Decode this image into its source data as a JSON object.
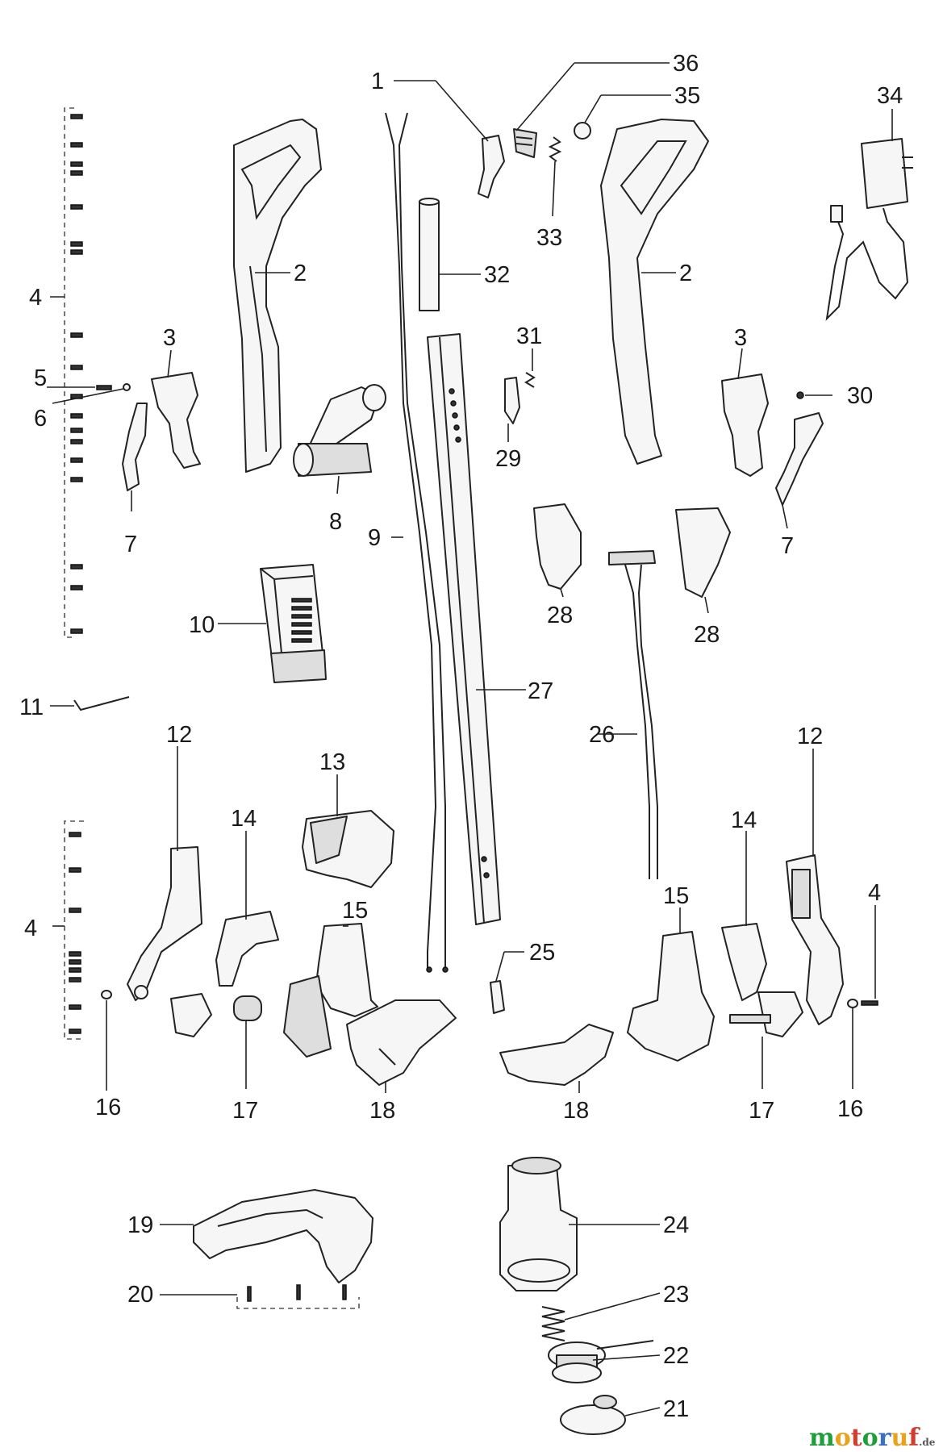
{
  "labels": {
    "p1": "1",
    "p2a": "2",
    "p2b": "2",
    "p3a": "3",
    "p3b": "3",
    "p4a": "4",
    "p4b": "4",
    "p4c": "4",
    "p5": "5",
    "p6": "6",
    "p7a": "7",
    "p7b": "7",
    "p8": "8",
    "p9": "9",
    "p10": "10",
    "p11": "11",
    "p12a": "12",
    "p12b": "12",
    "p13": "13",
    "p14a": "14",
    "p14b": "14",
    "p15a": "15",
    "p15b": "15",
    "p16a": "16",
    "p16b": "16",
    "p17a": "17",
    "p17b": "17",
    "p18a": "18",
    "p18b": "18",
    "p19": "19",
    "p20": "20",
    "p21": "21",
    "p22": "22",
    "p23": "23",
    "p24": "24",
    "p25": "25",
    "p26": "26",
    "p27": "27",
    "p28a": "28",
    "p28b": "28",
    "p29": "29",
    "p30": "30",
    "p31": "31",
    "p32": "32",
    "p33": "33",
    "p34": "34",
    "p35": "35",
    "p36": "36"
  },
  "watermark": {
    "m": "m",
    "o1": "o",
    "t": "t",
    "o2": "o",
    "r": "r",
    "u": "u",
    "f": "f",
    "de": ".de",
    "colors": {
      "m": "#1f9e3b",
      "o1": "#e9a21a",
      "t": "#d43c2f",
      "o2": "#1f9e3b",
      "r": "#3a6fc4",
      "u": "#e9a21a",
      "f": "#d43c2f",
      "de": "#555555"
    }
  }
}
